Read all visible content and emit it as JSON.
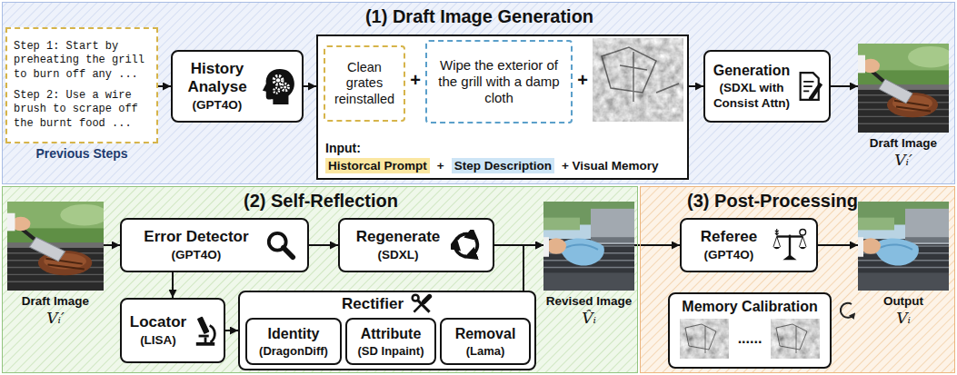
{
  "diagram": {
    "nodes": [
      {
        "text": [
          "(1) Draft Image Generation"
        ]
      },
      {
        "text": [
          "Step 1: Start by preheating the grill to burn off any ...",
          "Step 2: Use a wire brush to scrape off the burnt food ...",
          "Previous Steps"
        ],
        "in": 0
      },
      {
        "text": [
          "History Analyse",
          "(GPT4O)"
        ],
        "in": 0
      },
      {
        "text": [
          "Input:",
          "Historcal Prompt",
          "+",
          "Step Description",
          "+ Visual Memory"
        ],
        "in": 0
      },
      {
        "text": [
          "Clean grates reinstalled"
        ],
        "in": 3
      },
      {
        "text": [
          "Wipe the exterior of the grill with a damp cloth"
        ],
        "in": 3
      },
      {
        "text": [
          "Generation",
          "(SDXL with Consist Attn)"
        ],
        "in": 0
      },
      {
        "text": [
          "Draft Image",
          "Vᵢ′"
        ],
        "in": 0
      },
      {
        "text": [
          "(2) Self-Reflection"
        ]
      },
      {
        "text": [
          "Draft Image",
          "Vᵢ′"
        ],
        "in": 8
      },
      {
        "text": [
          "Error Detector",
          "(GPT4O)"
        ],
        "in": 8
      },
      {
        "text": [
          "Regenerate",
          "(SDXL)"
        ],
        "in": 8
      },
      {
        "text": [
          "Revised Image",
          "V̂ᵢ"
        ],
        "in": 8
      },
      {
        "text": [
          "Locator",
          "(LISA)"
        ],
        "in": 8
      },
      {
        "text": [
          "Rectifier"
        ],
        "in": 8
      },
      {
        "text": [
          "Identity",
          "(DragonDiff)"
        ],
        "in": 14
      },
      {
        "text": [
          "Attribute",
          "(SD Inpaint)"
        ],
        "in": 14
      },
      {
        "text": [
          "Removal",
          "(Lama)"
        ],
        "in": 14
      },
      {
        "text": [
          "(3) Post-Processing"
        ]
      },
      {
        "text": [
          "Referee",
          "(GPT4O)"
        ],
        "in": 18
      },
      {
        "text": [
          "Output",
          "Vᵢ"
        ],
        "in": 18
      },
      {
        "text": [
          "Memory Calibration",
          "......"
        ],
        "in": 18
      }
    ],
    "edges": [
      {
        "from": 1,
        "to": 2,
        "arrow": "to"
      },
      {
        "from": 2,
        "to": 3,
        "arrow": "to"
      },
      {
        "from": 3,
        "to": 6,
        "arrow": "to"
      },
      {
        "from": 6,
        "to": 7,
        "arrow": "to"
      },
      {
        "from": 9,
        "to": 10,
        "arrow": "to"
      },
      {
        "from": 10,
        "to": 11,
        "arrow": "to"
      },
      {
        "from": 11,
        "to": 12,
        "arrow": "to"
      },
      {
        "from": 10,
        "to": 13,
        "arrow": "to"
      },
      {
        "from": 13,
        "to": 14,
        "arrow": "to"
      },
      {
        "from": 14,
        "to": 12,
        "arrow": "to"
      },
      {
        "from": 12,
        "to": 19,
        "arrow": "to"
      },
      {
        "from": 19,
        "to": 20,
        "arrow": "to"
      }
    ],
    "labels": [
      "+",
      "+"
    ]
  }
}
